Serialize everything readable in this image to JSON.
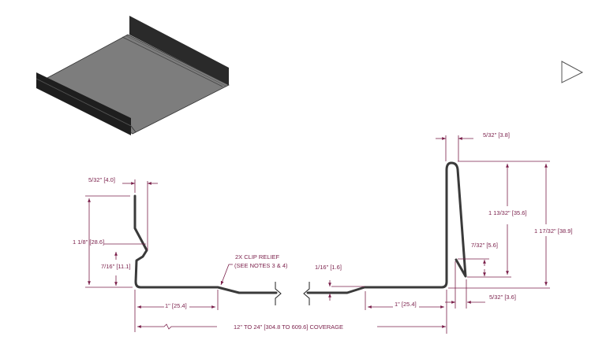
{
  "colors": {
    "dimension": "#7a1f4a",
    "profile": "#3a3a3a",
    "panel_face": "#7d7d7d",
    "panel_edge": "#2a2a2a"
  },
  "icons": {
    "play": "play-triangle-icon"
  },
  "left": {
    "top_offset": "5/32\" [4.0]",
    "leg_height": "1 1/8\" [28.6]",
    "kink_height": "7/16\" [11.1]",
    "flat_width": "1\" [25.4]",
    "clip_relief_line1": "2X CLIP RELIEF",
    "clip_relief_line2": "(SEE NOTES 3 & 4)",
    "relief_depth": "1/16\" [1.6]"
  },
  "right": {
    "top_width": "5/32\" [3.8]",
    "inner_height": "1 13/32\" [35.6]",
    "total_height": "1 17/32\" [38.9]",
    "hook_height": "7/32\" [5.6]",
    "hook_offset": "5/32\" [3.6]",
    "flat_width": "1\" [25.4]"
  },
  "coverage": "12\" TO 24\" [304.8 TO 609.6] COVERAGE"
}
